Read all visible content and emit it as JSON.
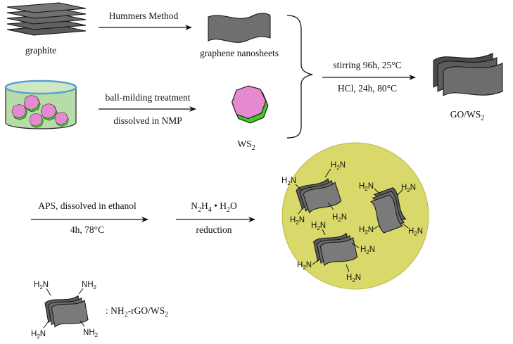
{
  "diagram": {
    "step1_text": "Hummers Method",
    "graphite_label": "graphite",
    "graphene_label": "graphene nanosheets",
    "ball_text1": "ball-milding treatment",
    "ball_text2": "dissolved in NMP",
    "ws2_label": "WS",
    "ws2_sub": "2",
    "combine_text1": "stirring 96h, 25°C",
    "combine_text2": "HCl, 24h, 80°C",
    "gows2_label": "GO/WS",
    "gows2_sub": "2",
    "aps_text1": "APS, dissolved in ethanol",
    "aps_text2": "4h, 78°C",
    "red_text_a": "N",
    "red_text_a_sub": "2",
    "red_text_b": "H",
    "red_text_b_sub": "4",
    "red_text_c": " • H",
    "red_text_c_sub": "2",
    "red_text_d": "O",
    "red_text2": "reduction",
    "amine_h": "H",
    "amine_sub": "2",
    "amine_n": "N",
    "legend_prefix": ": NH",
    "legend_sub1": "2",
    "legend_mid": "-rGO/WS",
    "legend_sub2": "2"
  },
  "colors": {
    "sheet": "#6f6f6f",
    "sheet_dark": "#3d3d3d",
    "ws2_pink": "#e58ad0",
    "ws2_green": "#39d11e",
    "solution_green": "#b7dca9",
    "beaker_rim": "#5aa0d6",
    "product_bg": "#d8d96a"
  }
}
